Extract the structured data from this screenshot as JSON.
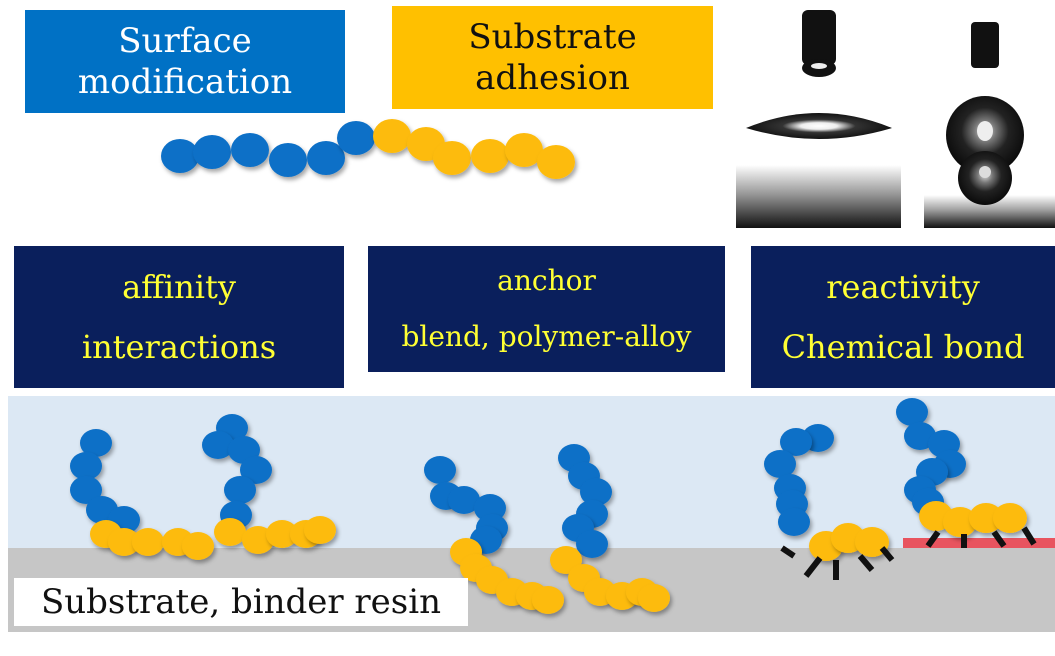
{
  "header": {
    "surface_modification": [
      "Surface",
      "modification"
    ],
    "substrate_adhesion": [
      "Substrate",
      "adhesion"
    ]
  },
  "mechanisms": [
    {
      "lines": [
        "affinity",
        "interactions"
      ]
    },
    {
      "lines": [
        "anchor",
        "blend, polymer-alloy"
      ]
    },
    {
      "lines": [
        "reactivity",
        "Chemical bond"
      ]
    }
  ],
  "substrate_label": "Substrate, binder resin",
  "colors": {
    "blue_box": "#0071c5",
    "yellow_box": "#ffc000",
    "navy_box": "#0a1f5c",
    "navy_text": "#ffff33",
    "blue_segment": "#0b6fc7",
    "yellow_segment": "#fdbb0e",
    "panel_bg": "#dce8f4",
    "substrate": "#c6c6c6",
    "reactive_layer": "#e8545f"
  }
}
